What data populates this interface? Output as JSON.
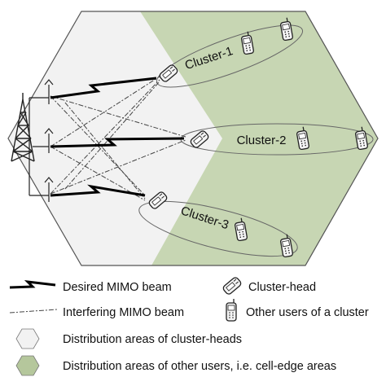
{
  "clusters": [
    {
      "label": "Cluster-1"
    },
    {
      "label": "Cluster-2"
    },
    {
      "label": "Cluster-3"
    }
  ],
  "legend": {
    "desired": "Desired MIMO beam",
    "interfering": "Interfering  MIMO beam",
    "cluster_head": "Cluster-head",
    "other_users": "Other users of a cluster",
    "dist_heads": "Distribution areas of cluster-heads",
    "dist_edge": "Distribution areas of other users, i.e. cell-edge areas"
  },
  "colors": {
    "center_area": "#f2f2f2",
    "edge_area": "#c7d6b3",
    "outline": "#555555"
  },
  "icons": [
    "base-station-tower-icon",
    "cluster-head-phone-icon",
    "user-phone-icon"
  ]
}
